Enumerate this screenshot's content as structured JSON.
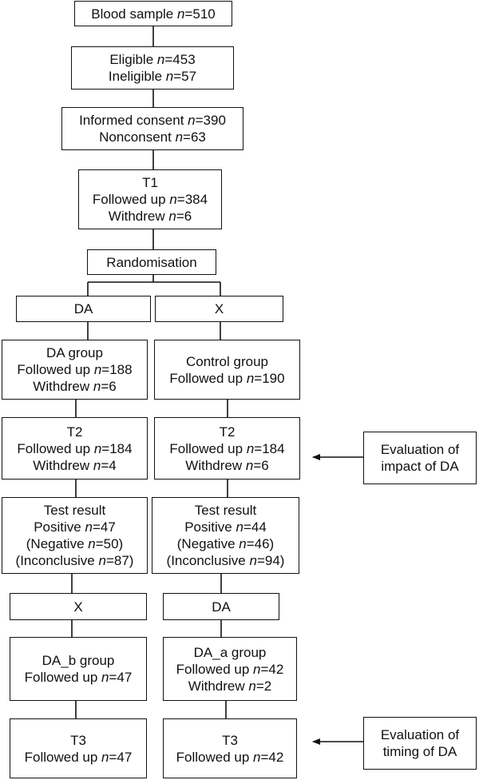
{
  "boxes": {
    "blood_sample": [
      [
        "Blood sample ",
        "n",
        "=510"
      ]
    ],
    "eligibility": [
      [
        "Eligible ",
        "n",
        "=453"
      ],
      [
        "Ineligible ",
        "n",
        "=57"
      ]
    ],
    "consent": [
      [
        "Informed consent ",
        "n",
        "=390"
      ],
      [
        "Nonconsent ",
        "n",
        "=63"
      ]
    ],
    "t1": [
      [
        "T1"
      ],
      [
        "Followed up ",
        "n",
        "=384"
      ],
      [
        "Withdrew ",
        "n",
        "=6"
      ]
    ],
    "randomisation": [
      [
        "Randomisation"
      ]
    ],
    "arm_left": [
      [
        "DA"
      ]
    ],
    "arm_right": [
      [
        "X"
      ]
    ],
    "da_group": [
      [
        "DA group"
      ],
      [
        "Followed up ",
        "n",
        "=188"
      ],
      [
        "Withdrew ",
        "n",
        "=6"
      ]
    ],
    "control_group": [
      [
        "Control group"
      ],
      [
        "Followed up ",
        "n",
        "=190"
      ]
    ],
    "t2_left": [
      [
        "T2"
      ],
      [
        "Followed up ",
        "n",
        "=184"
      ],
      [
        "Withdrew ",
        "n",
        "=4"
      ]
    ],
    "t2_right": [
      [
        "T2"
      ],
      [
        "Followed up ",
        "n",
        "=184"
      ],
      [
        "Withdrew ",
        "n",
        "=6"
      ]
    ],
    "test_left": [
      [
        "Test result"
      ],
      [
        "Positive ",
        "n",
        "=47"
      ],
      [
        "(Negative ",
        "n",
        "=50)"
      ],
      [
        "(Inconclusive ",
        "n",
        "=87)"
      ]
    ],
    "test_right": [
      [
        "Test result"
      ],
      [
        "Positive ",
        "n",
        "=44"
      ],
      [
        "(Negative ",
        "n",
        "=46)"
      ],
      [
        "(Inconclusive ",
        "n",
        "=94)"
      ]
    ],
    "x_left": [
      [
        "X"
      ]
    ],
    "da_right": [
      [
        "DA"
      ]
    ],
    "da_b_group": [
      [
        "DA_b group"
      ],
      [
        "Followed up ",
        "n",
        "=47"
      ]
    ],
    "da_a_group": [
      [
        "DA_a group"
      ],
      [
        "Followed up ",
        "n",
        "=42"
      ],
      [
        "Withdrew ",
        "n",
        "=2"
      ]
    ],
    "t3_left": [
      [
        "T3"
      ],
      [
        "Followed up ",
        "n",
        "=47"
      ]
    ],
    "t3_right": [
      [
        "T3"
      ],
      [
        "Followed up ",
        "n",
        "=42"
      ]
    ],
    "eval_impact": [
      [
        "Evaluation of"
      ],
      [
        "impact of DA"
      ]
    ],
    "eval_timing": [
      [
        "Evaluation of"
      ],
      [
        "timing of DA"
      ]
    ]
  }
}
